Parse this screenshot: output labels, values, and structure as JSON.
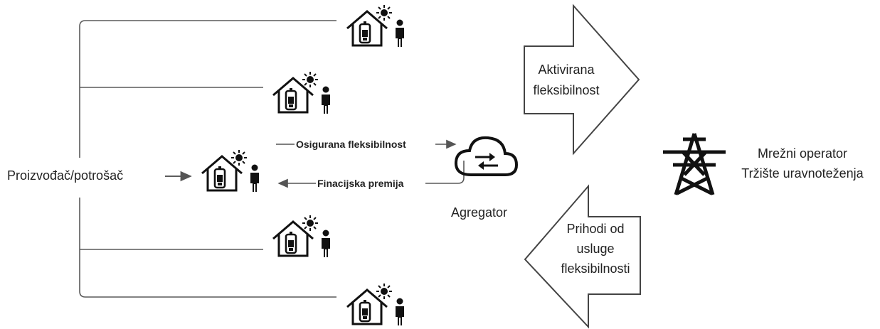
{
  "prosumer_label": "Proizvođač/potrošač",
  "flow_to_aggregator": "Osigurana fleksibilnost",
  "flow_to_prosumer": "Finacijska premija",
  "aggregator_label": "Agregator",
  "arrow_activated": [
    "Aktivirana",
    "fleksibilnost"
  ],
  "arrow_revenue": [
    "Prihodi od",
    "usluge",
    "fleksibilnosti"
  ],
  "operator_label": [
    "Mrežni operator",
    "Tržište uravnoteženja"
  ],
  "houses": [
    {
      "name": "house-1"
    },
    {
      "name": "house-2"
    },
    {
      "name": "house-3-main"
    },
    {
      "name": "house-4"
    },
    {
      "name": "house-5"
    }
  ],
  "colors": {
    "line": "#5a5a5a",
    "icon": "#111111",
    "text": "#222222"
  }
}
